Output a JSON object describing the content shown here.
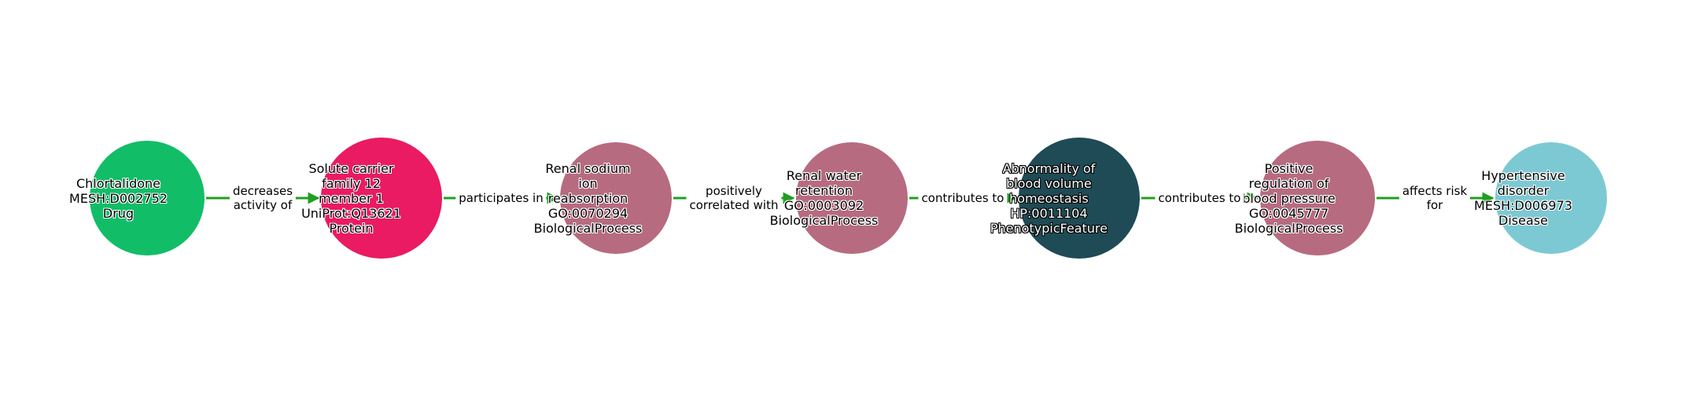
{
  "diagram": {
    "edge_color": "#1fa01f",
    "background_color": "#ffffff",
    "nodes": [
      {
        "id": "chlortalidone",
        "label": "Chlortalidone\nMESH:D002752\nDrug",
        "color": "#12bd68",
        "text_color": "#000000"
      },
      {
        "id": "solute-carrier-family-12-member-1",
        "label": "Solute carrier\nfamily 12\nmember 1\nUniProt:Q13621\nProtein",
        "color": "#ea1a63",
        "text_color": "#000000"
      },
      {
        "id": "renal-sodium-ion-reabsorption",
        "label": "Renal sodium\nion\nreabsorption\nGO:0070294\nBiologicalProcess",
        "color": "#b76b80",
        "text_color": "#000000"
      },
      {
        "id": "renal-water-retention",
        "label": "Renal water\nretention\nGO:0003092\nBiologicalProcess",
        "color": "#b76b80",
        "text_color": "#000000"
      },
      {
        "id": "abnormality-of-blood-volume-homeostasis",
        "label": "Abnormality of\nblood volume\nhomeostasis\nHP:0011104\nPhenotypicFeature",
        "color": "#1e4b55",
        "text_color": "#ffffff"
      },
      {
        "id": "positive-regulation-of-blood-pressure",
        "label": "Positive\nregulation of\nblood pressure\nGO:0045777\nBiologicalProcess",
        "color": "#b76b80",
        "text_color": "#000000"
      },
      {
        "id": "hypertensive-disorder",
        "label": "Hypertensive\ndisorder\nMESH:D006973\nDisease",
        "color": "#7dc9d3",
        "text_color": "#000000"
      }
    ],
    "edges": [
      {
        "label": "decreases\nactivity of"
      },
      {
        "label": "participates in"
      },
      {
        "label": "positively\ncorrelated with"
      },
      {
        "label": "contributes to"
      },
      {
        "label": "contributes to"
      },
      {
        "label": "affects risk\nfor"
      }
    ]
  }
}
